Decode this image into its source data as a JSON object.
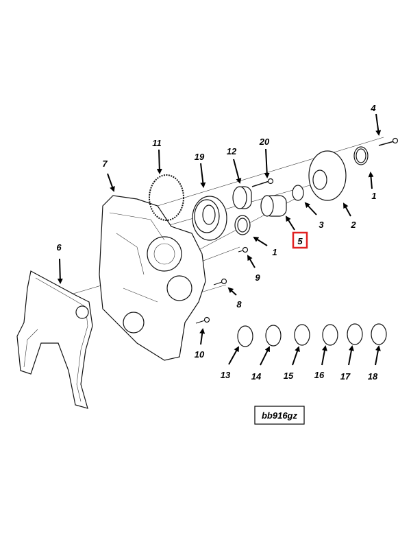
{
  "diagram": {
    "callouts": [
      {
        "id": "4",
        "label": "4"
      },
      {
        "id": "1a",
        "label": "1"
      },
      {
        "id": "11",
        "label": "11"
      },
      {
        "id": "7",
        "label": "7"
      },
      {
        "id": "19",
        "label": "19"
      },
      {
        "id": "12",
        "label": "12"
      },
      {
        "id": "20",
        "label": "20"
      },
      {
        "id": "3",
        "label": "3"
      },
      {
        "id": "2",
        "label": "2"
      },
      {
        "id": "5",
        "label": "5",
        "highlighted": true
      },
      {
        "id": "1b",
        "label": "1"
      },
      {
        "id": "9",
        "label": "9"
      },
      {
        "id": "6",
        "label": "6"
      },
      {
        "id": "8",
        "label": "8"
      },
      {
        "id": "10",
        "label": "10"
      },
      {
        "id": "13",
        "label": "13"
      },
      {
        "id": "14",
        "label": "14"
      },
      {
        "id": "15",
        "label": "15"
      },
      {
        "id": "16",
        "label": "16"
      },
      {
        "id": "17",
        "label": "17"
      },
      {
        "id": "18",
        "label": "18"
      }
    ],
    "highlight_color": "#e02020",
    "figure_code": "bb916gz"
  }
}
